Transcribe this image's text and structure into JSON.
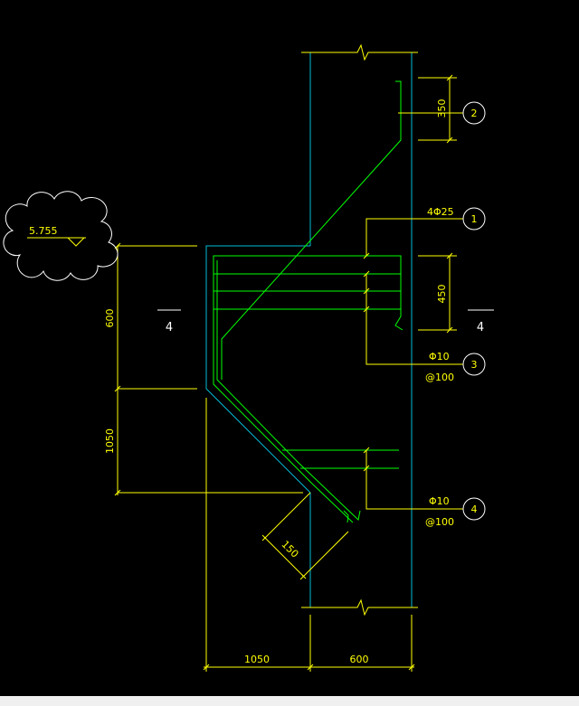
{
  "elevation": {
    "value": "5.755"
  },
  "dimensions": {
    "right_350": "350",
    "right_450": "450",
    "left_600": "600",
    "left_1050": "1050",
    "bottom_1050": "1050",
    "bottom_600": "600",
    "diag_150": "150"
  },
  "callouts": [
    {
      "number": "1",
      "spec": "4Φ25",
      "spacing": ""
    },
    {
      "number": "2",
      "spec": "",
      "spacing": ""
    },
    {
      "number": "3",
      "spec": "Φ10",
      "spacing": "@100"
    },
    {
      "number": "4",
      "spec": "Φ10",
      "spacing": "@100"
    }
  ],
  "section_marks": {
    "left": "4",
    "right": "4"
  },
  "colors": {
    "background": "#000000",
    "concrete_outline": "#00bcd4",
    "rebar": "#00ff00",
    "dimension": "#ffff00",
    "annotation": "#ffffff"
  }
}
